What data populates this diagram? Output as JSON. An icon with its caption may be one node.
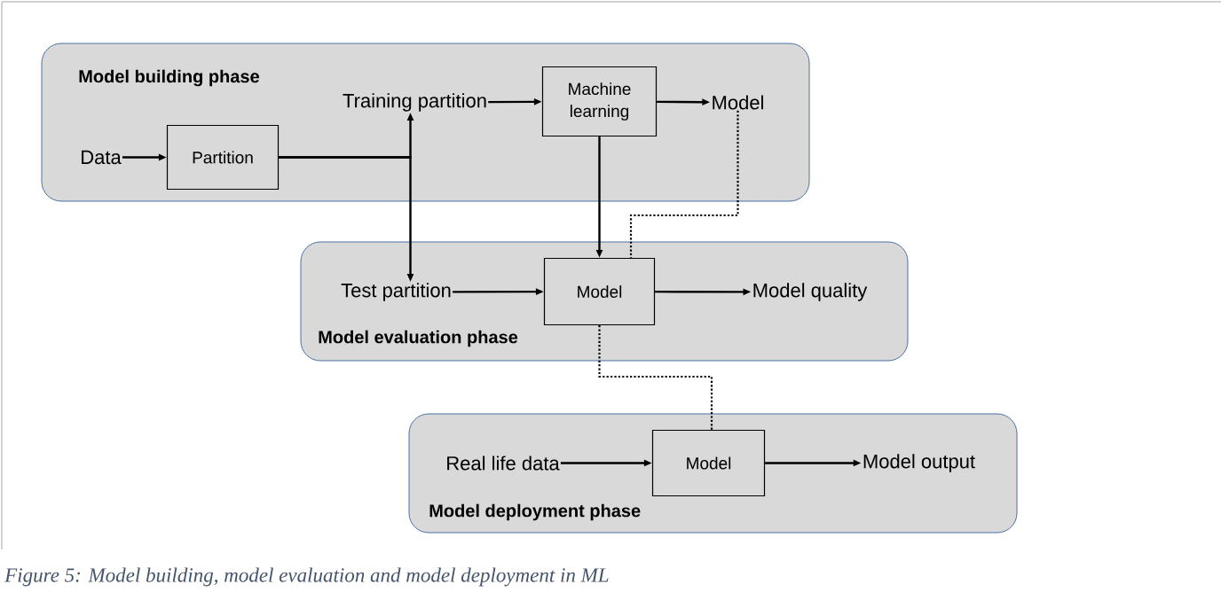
{
  "diagram": {
    "caption": "Figure 5: Model building, model evaluation and model deployment in ML",
    "nodes": [
      {
        "text": [
          "Model building phase"
        ]
      },
      {
        "text": [
          "Data"
        ],
        "in": 0
      },
      {
        "text": [
          "Partition"
        ],
        "in": 0
      },
      {
        "text": [
          "Training partition"
        ],
        "in": 0
      },
      {
        "text": [
          "Machine learning"
        ],
        "in": 0
      },
      {
        "text": [
          "Model"
        ],
        "in": 0
      },
      {
        "text": [
          "Model evaluation phase"
        ]
      },
      {
        "text": [
          "Test partition"
        ],
        "in": 6
      },
      {
        "text": [
          "Model"
        ],
        "in": 6
      },
      {
        "text": [
          "Model quality"
        ],
        "in": 6
      },
      {
        "text": [
          "Model deployment phase"
        ]
      },
      {
        "text": [
          "Real life data"
        ],
        "in": 10
      },
      {
        "text": [
          "Model"
        ],
        "in": 10
      },
      {
        "text": [
          "Model output"
        ],
        "in": 10
      }
    ],
    "edges": [
      {
        "from": 1,
        "to": 2,
        "arrow": "to"
      },
      {
        "from": 2,
        "to": 3,
        "arrow": "to"
      },
      {
        "from": 2,
        "to": 7,
        "arrow": "to"
      },
      {
        "from": 3,
        "to": 4,
        "arrow": "to"
      },
      {
        "from": 4,
        "to": 5,
        "arrow": "to"
      },
      {
        "from": 4,
        "to": 8,
        "arrow": "to"
      },
      {
        "from": 5,
        "to": 8,
        "arrow": "none",
        "style": "dashed"
      },
      {
        "from": 7,
        "to": 8,
        "arrow": "to"
      },
      {
        "from": 8,
        "to": 9,
        "arrow": "to"
      },
      {
        "from": 8,
        "to": 12,
        "arrow": "none",
        "style": "dashed"
      },
      {
        "from": 11,
        "to": 12,
        "arrow": "to"
      },
      {
        "from": 12,
        "to": 13,
        "arrow": "to"
      }
    ]
  }
}
